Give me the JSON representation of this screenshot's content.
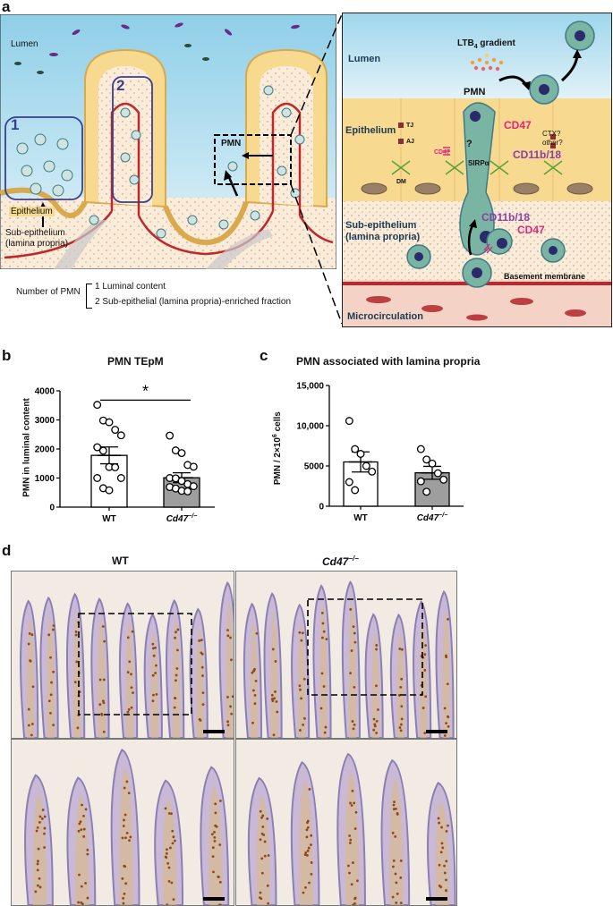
{
  "panels": {
    "a": "a",
    "b": "b",
    "c": "c",
    "d": "d"
  },
  "diagram_left": {
    "lumen": "Lumen",
    "epithelium": "Epithelium",
    "sub_epithelium_line1": "Sub-epithelium",
    "sub_epithelium_line2": "(lamina propria)",
    "region1": "1",
    "region2": "2",
    "pmn": "PMN"
  },
  "diagram_right": {
    "lumen": "Lumen",
    "ltb4_prefix": "LTB",
    "ltb4_sub": "4",
    "ltb4_suffix": " gradient",
    "pmn": "PMN",
    "epithelium": "Epithelium",
    "tj": "TJ",
    "aj": "AJ",
    "dm": "DM",
    "cd47_top": "CD47",
    "ctx": "CTX?",
    "other": "other?",
    "question": "?",
    "cd47_left": "CD47",
    "sirpa": "SIRPα",
    "cd11b18_top": "CD11b/18",
    "sub_epithelium_line1": "Sub-epithelium",
    "sub_epithelium_line2": "(lamina propria)",
    "cd11b18_bottom": "CD11b/18",
    "cd47_bottom": "CD47",
    "basement_membrane": "Basement membrane",
    "microcirculation": "Microcirculation"
  },
  "legend": {
    "title": "Number of PMN",
    "item1": "1 Luminal content",
    "item2": "2 Sub-epithelial (lamina propria)-enriched fraction"
  },
  "colors": {
    "lumen_top": "#9fd6ec",
    "lumen_bottom": "#dff1f8",
    "epithelium": "#f7d98f",
    "lamina": "#fbecd9",
    "basement_red": "#c0272d",
    "cd47_pink": "#e4267a",
    "cd11b_purple": "#8b3fa8",
    "cell_green": "#7ab5a3",
    "cell_dark": "#2b2a6b"
  },
  "chart_data": [
    {
      "type": "bar",
      "title": "PMN TEpM",
      "ylabel": "PMN in luminal content",
      "categories": [
        "WT",
        "Cd47−/−"
      ],
      "category_wt": "WT",
      "category_ko_base": "Cd47",
      "category_ko_sup": "−/−",
      "values": [
        1780,
        1010
      ],
      "sem": [
        290,
        170
      ],
      "ylim": [
        0,
        4000
      ],
      "yticks": [
        0,
        1000,
        2000,
        3000,
        4000
      ],
      "ytick_labels": [
        "0",
        "1000",
        "2000",
        "3000",
        "4000"
      ],
      "significance": "*",
      "bar_colors": [
        "#ffffff",
        "#9e9e9e"
      ],
      "points": [
        [
          3520,
          2980,
          2920,
          2660,
          2470,
          2060,
          1940,
          1380,
          1370,
          1000,
          1000,
          650,
          580
        ],
        [
          2460,
          1950,
          1860,
          1450,
          1390,
          1000,
          990,
          900,
          790,
          720,
          690,
          640,
          560,
          540
        ]
      ]
    },
    {
      "type": "bar",
      "title": "PMN associated with lamina propria",
      "ylabel_base": "PMN / 2×10",
      "ylabel_sup": "6",
      "ylabel_suffix": " cells",
      "categories": [
        "WT",
        "Cd47−/−"
      ],
      "category_wt": "WT",
      "category_ko_base": "Cd47",
      "category_ko_sup": "−/−",
      "values": [
        5500,
        4150
      ],
      "sem": [
        1250,
        800
      ],
      "ylim": [
        0,
        15000
      ],
      "yticks": [
        0,
        5000,
        10000,
        15000
      ],
      "ytick_labels": [
        "0",
        "5000",
        "10,000",
        "15,000"
      ],
      "bar_colors": [
        "#ffffff",
        "#9e9e9e"
      ],
      "points": [
        [
          10600,
          7100,
          6500,
          5000,
          4300,
          3000,
          2000
        ],
        [
          7100,
          5800,
          5300,
          4100,
          3300,
          3100,
          1800
        ]
      ]
    }
  ],
  "histology": {
    "wt_label": "WT",
    "ko_label_base": "Cd47",
    "ko_label_sup": "−/−"
  }
}
